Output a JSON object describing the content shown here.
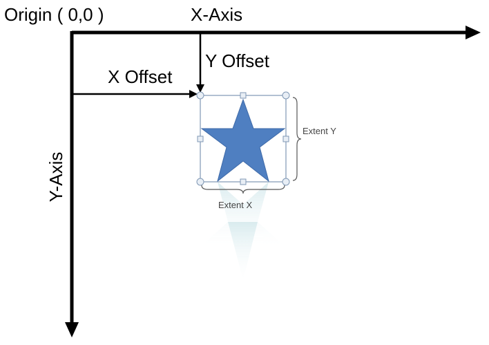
{
  "labels": {
    "origin": "Origin ( 0,0 )",
    "x_axis": "X-Axis",
    "y_axis": "Y-Axis",
    "x_offset": "X Offset",
    "y_offset": "Y Offset",
    "extent_x": "Extent X",
    "extent_y": "Extent Y"
  },
  "colors": {
    "star_fill": "#4f7fc1",
    "star_stroke": "#3f6aa8",
    "reflection": "#cfe6ea",
    "bbox_stroke": "#7f97b4",
    "handle_fill": "#e8eef5",
    "axis": "#000000"
  },
  "icons": {
    "shape": "star-icon"
  }
}
